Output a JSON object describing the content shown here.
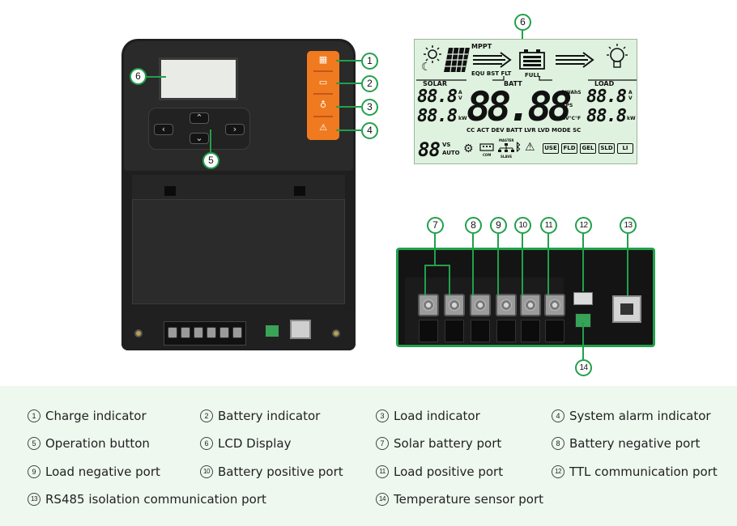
{
  "lcd": {
    "mppt": "MPPT",
    "modes": "EQU BST FLT",
    "full": "FULL",
    "solar": "SOLAR",
    "batt": "BATT",
    "load": "LOAD",
    "seg_small": "88.8",
    "seg_big": "88.88",
    "units_av": "A\nV",
    "unit_kw": "kW",
    "kwahs": "kWAhS",
    "kps": "KPS",
    "pct_v_c_f": "%V°C°F",
    "status_row": "CC ACT DEV BATT LVR LVD MODE SC",
    "seg_88": "88",
    "vs": "VS",
    "auto": "AUTO",
    "com": "COM",
    "master": "MASTER",
    "slave": "SLAVE",
    "battery_types": [
      "USE",
      "FLD",
      "GEL",
      "SLD",
      "LI"
    ]
  },
  "device": {
    "btn_left": "‹",
    "btn_up": "⌃",
    "btn_down": "⌄",
    "btn_right": "›"
  },
  "callouts": [
    "1",
    "2",
    "3",
    "4",
    "5",
    "6",
    "6",
    "7",
    "8",
    "9",
    "10",
    "11",
    "12",
    "13",
    "14"
  ],
  "legend": [
    {
      "num": "1",
      "text": "Charge indicator"
    },
    {
      "num": "2",
      "text": "Battery indicator"
    },
    {
      "num": "3",
      "text": "Load indicator"
    },
    {
      "num": "4",
      "text": "System alarm indicator"
    },
    {
      "num": "5",
      "text": "Operation button"
    },
    {
      "num": "6",
      "text": "LCD Display"
    },
    {
      "num": "7",
      "text": "Solar battery port"
    },
    {
      "num": "8",
      "text": "Battery negative port"
    },
    {
      "num": "9",
      "text": "Load negative port"
    },
    {
      "num": "10",
      "text": "Battery positive port"
    },
    {
      "num": "11",
      "text": "Load positive port"
    },
    {
      "num": "12",
      "text": "TTL communication port"
    },
    {
      "num": "13",
      "text": "RS485 isolation communication port"
    },
    {
      "num": "14",
      "text": "Temperature sensor port"
    }
  ],
  "colors": {
    "accent_green": "#22a04a",
    "indicator_orange": "#f07a1f",
    "legend_bg": "#eef8ee",
    "lcd_bg": "#dff2df"
  }
}
